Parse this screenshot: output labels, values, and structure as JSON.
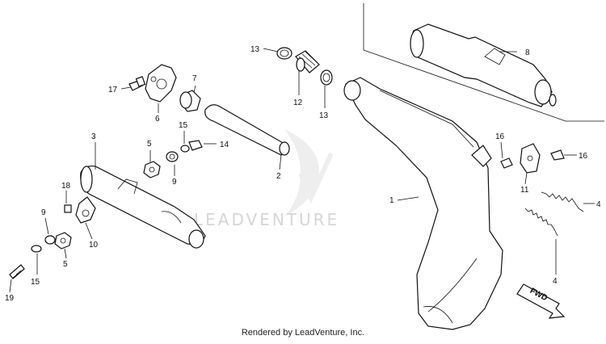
{
  "watermark": "LEADVENTURE",
  "credit": "Rendered by LeadVenture, Inc.",
  "fwd_label": "FWD",
  "callouts": {
    "c1": "1",
    "c2": "2",
    "c3": "3",
    "c4a": "4",
    "c4b": "4",
    "c5a": "5",
    "c5b": "5",
    "c6": "6",
    "c7": "7",
    "c8": "8",
    "c9a": "9",
    "c9b": "9",
    "c10": "10",
    "c11": "11",
    "c12": "12",
    "c13a": "13",
    "c13b": "13",
    "c14": "14",
    "c15a": "15",
    "c15b": "15",
    "c16a": "16",
    "c16b": "16",
    "c17": "17",
    "c18": "18",
    "c19": "19"
  }
}
